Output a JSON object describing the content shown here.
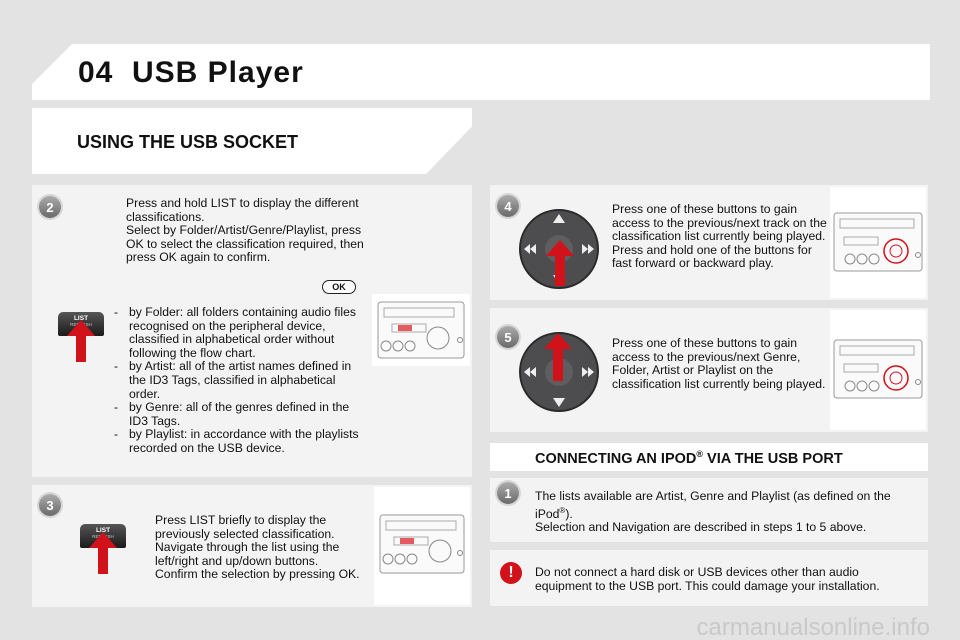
{
  "header": {
    "chapter_number": "04",
    "title": "USB Player"
  },
  "section_title": "USING THE USB SOCKET",
  "step2": {
    "badge": "2",
    "intro": "Press and hold LIST to display the different classifications.\nSelect by Folder/Artist/Genre/Playlist, press OK to select the classification required, then press OK again to confirm.",
    "ok_label": "OK",
    "list_key": {
      "label": "LIST",
      "sub": "REFRESH"
    },
    "bullets": [
      "by Folder: all folders containing audio files recognised on the peripheral device, classified in alphabetical order without following the flow chart.",
      "by Artist: all of the artist names defined in the ID3 Tags, classified in alphabetical order.",
      "by Genre: all of the genres defined in the ID3 Tags.",
      "by Playlist: in accordance with the playlists recorded on the USB device."
    ]
  },
  "step3": {
    "badge": "3",
    "text": "Press LIST briefly to display the previously selected classification.\nNavigate through the list using the left/right and up/down buttons.\nConfirm the selection by pressing OK.",
    "list_key": {
      "label": "LIST",
      "sub": "REFRESH"
    }
  },
  "step4": {
    "badge": "4",
    "text": "Press one of these buttons to gain access to the previous/next track on the classification list currently being played.\nPress and hold one of the buttons for fast forward or backward play."
  },
  "step5": {
    "badge": "5",
    "text": "Press one of these buttons to gain access to the previous/next Genre, Folder, Artist or Playlist on the classification list currently being played."
  },
  "ipod": {
    "title": "CONNECTING AN IPOD",
    "title_sup": "®",
    "title_suffix": " VIA THE USB PORT",
    "badge": "1",
    "text_a": "The lists available are Artist, Genre and Playlist (as defined on the iPod",
    "text_sup": "®",
    "text_b": ").\nSelection and Navigation are described in steps 1 to 5 above."
  },
  "warning": {
    "icon": "!",
    "text": "Do not connect a hard disk or USB devices other than audio equipment to the USB port. This could damage your installation."
  },
  "watermark": "carmanualsonline.info",
  "colors": {
    "accent_red": "#d1121b",
    "panel": "#f3f3f4",
    "background": "#e3e3e4"
  }
}
